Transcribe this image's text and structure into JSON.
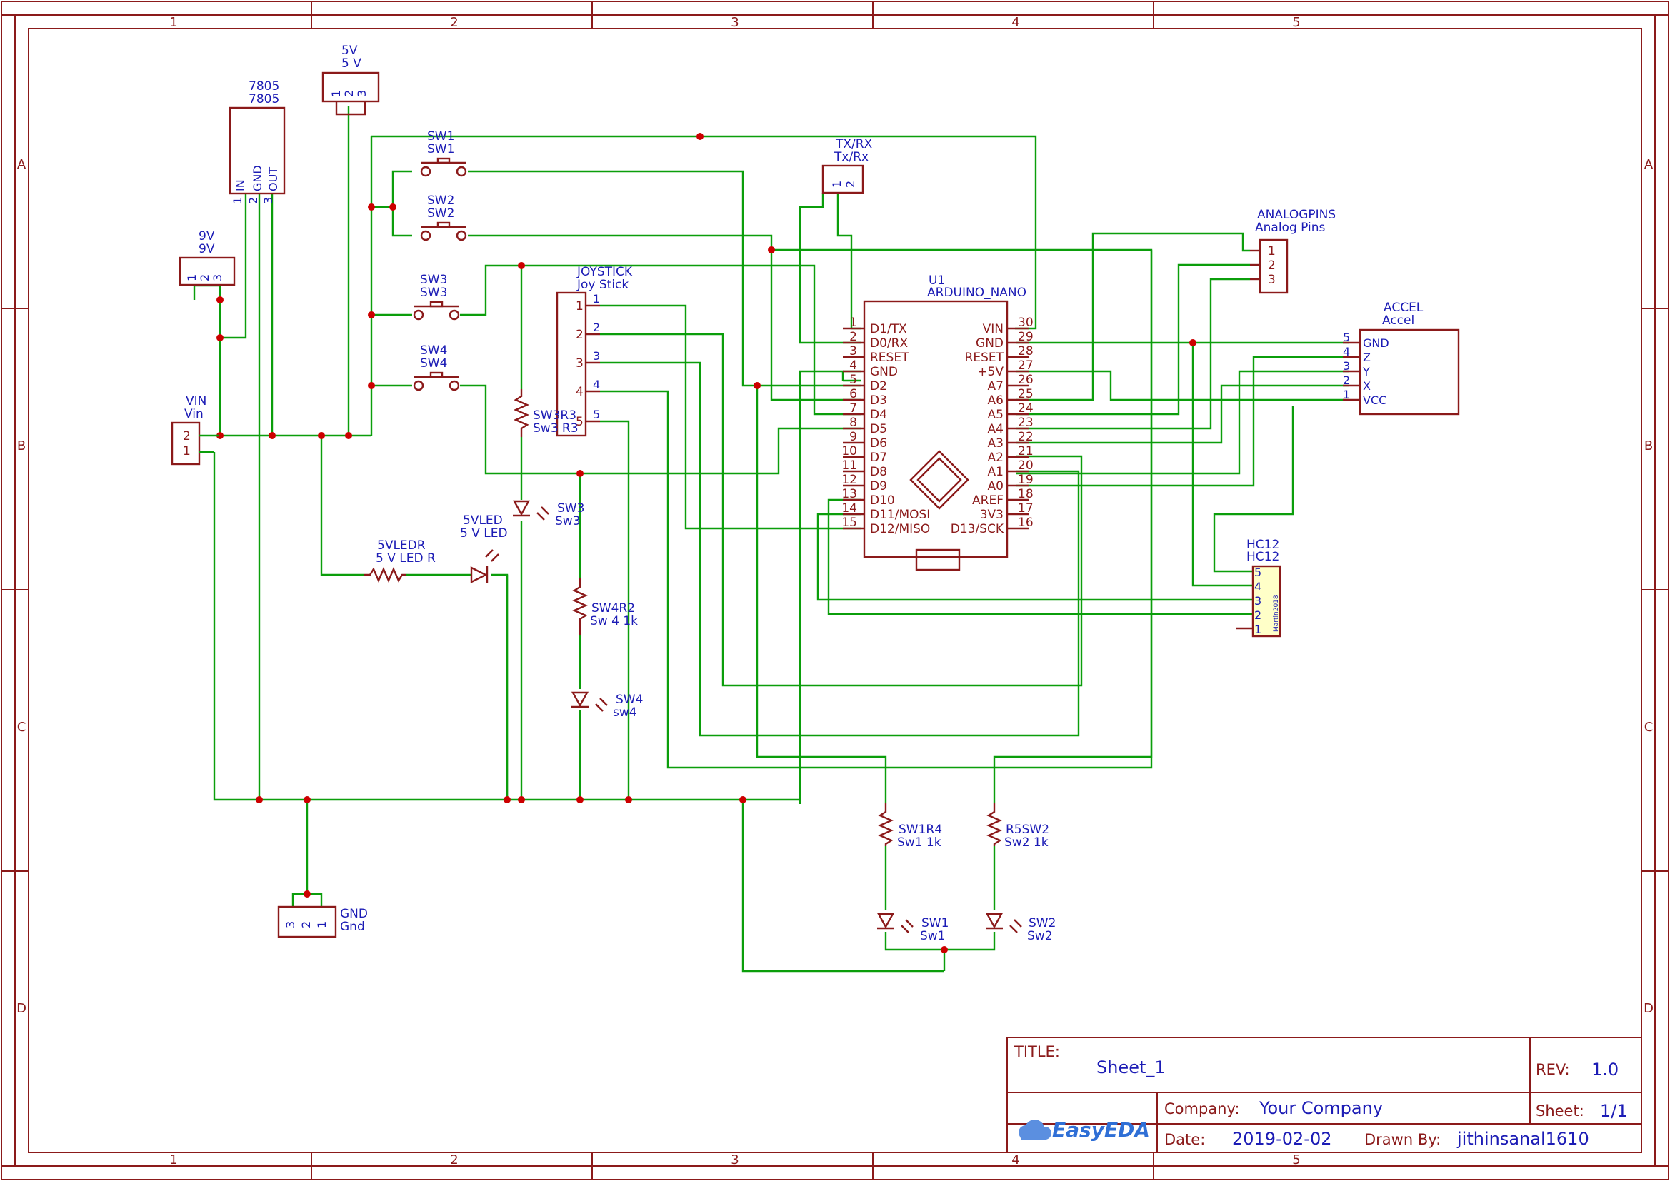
{
  "frame": {
    "columns": [
      "1",
      "2",
      "3",
      "4",
      "5"
    ],
    "rows": [
      "A",
      "B",
      "C",
      "D"
    ]
  },
  "title_block": {
    "title_label": "TITLE:",
    "title": "Sheet_1",
    "rev_label": "REV:",
    "rev": "1.0",
    "company_label": "Company:",
    "company": "Your Company",
    "sheet_label": "Sheet:",
    "sheet": "1/1",
    "date_label": "Date:",
    "date": "2019-02-02",
    "drawn_label": "Drawn By:",
    "drawn_by": "jithinsanal1610",
    "logo_text": "EasyEDA"
  },
  "components": {
    "reg": {
      "ref": "7805",
      "value": "7805",
      "pins": [
        "1",
        "2",
        "3"
      ],
      "pin_names": [
        "IN",
        "GND",
        "OUT"
      ]
    },
    "p5v": {
      "ref": "5V",
      "value": "5 V",
      "pins": [
        "1",
        "2",
        "3"
      ]
    },
    "p9v": {
      "ref": "9V",
      "value": "9V",
      "pins": [
        "1",
        "2",
        "3"
      ]
    },
    "vin": {
      "ref": "VIN",
      "value": "Vin",
      "pins": [
        "2",
        "1"
      ]
    },
    "gnd": {
      "ref": "GND",
      "value": "Gnd",
      "pins": [
        "3",
        "2",
        "1"
      ]
    },
    "sw1": {
      "ref": "SW1",
      "value": "SW1"
    },
    "sw2": {
      "ref": "SW2",
      "value": "SW2"
    },
    "sw3": {
      "ref": "SW3",
      "value": "SW3"
    },
    "sw4": {
      "ref": "SW4",
      "value": "SW4"
    },
    "txrx": {
      "ref": "TX/RX",
      "value": "Tx/Rx",
      "pins": [
        "1",
        "2"
      ]
    },
    "joy": {
      "ref": "JOYSTICK",
      "value": "Joy Stick",
      "pins": [
        "1",
        "2",
        "3",
        "4",
        "5"
      ]
    },
    "analog": {
      "ref": "ANALOGPINS",
      "value": "Analog Pins",
      "pins": [
        "1",
        "2",
        "3"
      ]
    },
    "accel": {
      "ref": "ACCEL",
      "value": "Accel",
      "pins": [
        "5",
        "4",
        "3",
        "2",
        "1"
      ],
      "pin_names": [
        "GND",
        "Z",
        "Y",
        "X",
        "VCC"
      ]
    },
    "hc12": {
      "ref": "HC12",
      "value": "HC12",
      "pins": [
        "5",
        "4",
        "3",
        "2",
        "1"
      ],
      "mark": "Martin2018"
    },
    "u1": {
      "ref": "U1",
      "value": "ARDUINO_NANO",
      "left_nums": [
        "1",
        "2",
        "3",
        "4",
        "5",
        "6",
        "7",
        "8",
        "9",
        "10",
        "11",
        "12",
        "13",
        "14",
        "15"
      ],
      "left_names": [
        "D1/TX",
        "D0/RX",
        "RESET",
        "GND",
        "D2",
        "D3",
        "D4",
        "D5",
        "D6",
        "D7",
        "D8",
        "D9",
        "D10",
        "D11/MOSI",
        "D12/MISO"
      ],
      "right_nums": [
        "30",
        "29",
        "28",
        "27",
        "26",
        "25",
        "24",
        "23",
        "22",
        "21",
        "20",
        "19",
        "18",
        "17",
        "16"
      ],
      "right_names": [
        "VIN",
        "GND",
        "RESET",
        "+5V",
        "A7",
        "A6",
        "A5",
        "A4",
        "A3",
        "A2",
        "A1",
        "A0",
        "AREF",
        "3V3",
        "D13/SCK"
      ]
    },
    "r3": {
      "ref": "SW3R3",
      "value": "Sw3 R3"
    },
    "r2": {
      "ref": "SW4R2",
      "value": "Sw 4 1k"
    },
    "r4": {
      "ref": "SW1R4",
      "value": "Sw1 1k"
    },
    "r5": {
      "ref": "R5SW2",
      "value": "Sw2 1k"
    },
    "r5v": {
      "ref": "5VLEDR",
      "value": "5 V LED R"
    },
    "led5v": {
      "ref": "5VLED",
      "value": "5 V LED"
    },
    "led_sw3": {
      "ref": "SW3",
      "value": "Sw3"
    },
    "led_sw4": {
      "ref": "SW4",
      "value": "sw4"
    },
    "led_sw1": {
      "ref": "SW1",
      "value": "Sw1"
    },
    "led_sw2": {
      "ref": "SW2",
      "value": "Sw2"
    }
  }
}
